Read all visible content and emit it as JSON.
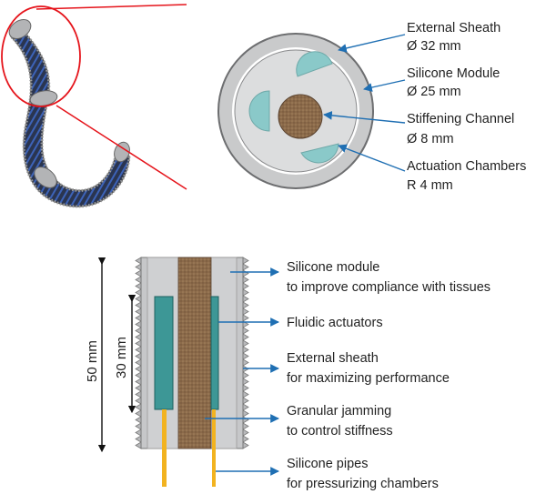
{
  "colors": {
    "sheath": "#c9cacb",
    "sheath_outline": "#6d6e70",
    "module": "#dcddde",
    "chamber": "#8ac9c9",
    "channel": "#8b6a4a",
    "arrow": "#1f6fb3",
    "pipe": "#f2b320",
    "callout": "#e5141b"
  },
  "cross_section": {
    "labels": [
      {
        "line1": "External Sheath",
        "line2": "Ø 32 mm"
      },
      {
        "line1": "Silicone Module",
        "line2": "Ø 25 mm"
      },
      {
        "line1": "Stiffening Channel",
        "line2": "Ø 8 mm"
      },
      {
        "line1": "Actuation Chambers",
        "line2": "R 4 mm"
      }
    ]
  },
  "longitudinal": {
    "dim_outer": "50 mm",
    "dim_inner": "30 mm",
    "labels": [
      {
        "line1": "Silicone module",
        "line2": "to improve compliance with tissues"
      },
      {
        "line1": "Fluidic actuators",
        "line2": ""
      },
      {
        "line1": "External sheath",
        "line2": "for maximizing performance"
      },
      {
        "line1": "Granular jamming",
        "line2": "to control stiffness"
      },
      {
        "line1": "Silicone pipes",
        "line2": "for pressurizing chambers"
      }
    ]
  }
}
